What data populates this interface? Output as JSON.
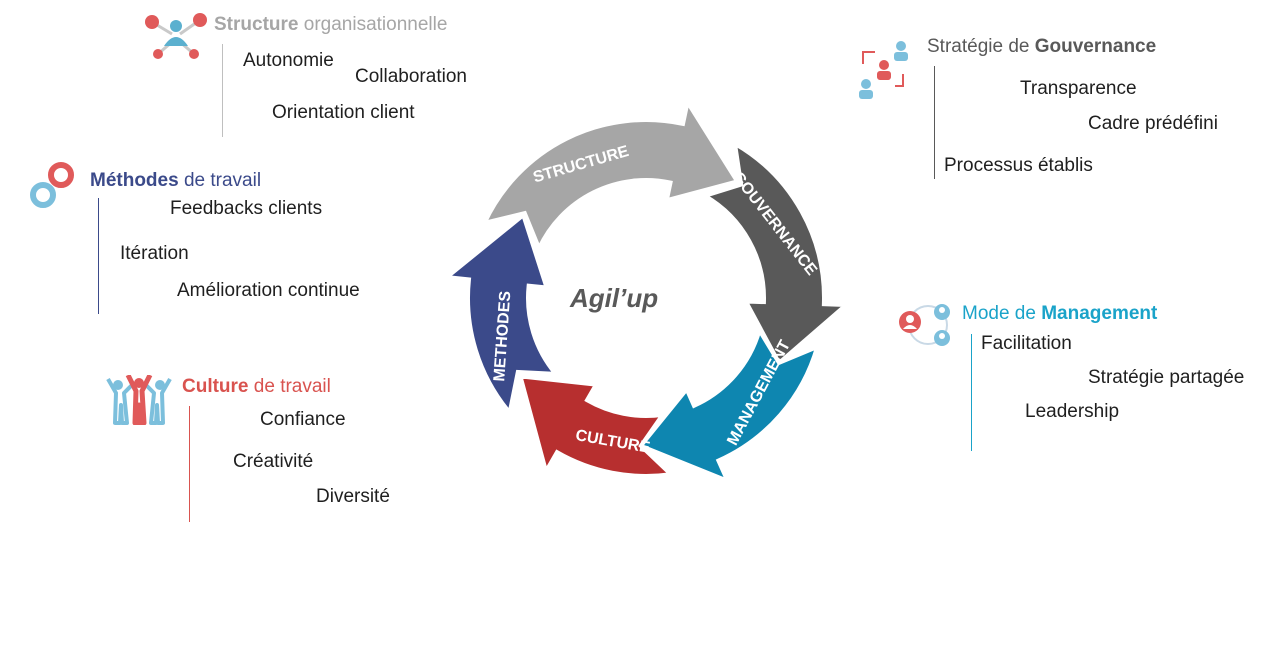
{
  "center": {
    "title": "Agil’up"
  },
  "arrows": [
    {
      "key": "structure",
      "label": "STRUCTURE",
      "color": "#a6a6a6"
    },
    {
      "key": "gouvernance",
      "label": "GOUVERNANCE",
      "color": "#595959"
    },
    {
      "key": "management",
      "label": "MANAGEMENT",
      "color": "#0e86b0"
    },
    {
      "key": "culture",
      "label": "CULTURE",
      "color": "#b72f2f"
    },
    {
      "key": "methodes",
      "label": "METHODES",
      "color": "#3b4a8a"
    }
  ],
  "sections": {
    "structure": {
      "title_plain_a": "",
      "title_bold": "Structure",
      "title_plain_b": " organisationnelle",
      "color": "#a6a6a6",
      "icon": "network-people-icon",
      "items": [
        "Autonomie",
        "Collaboration",
        "Orientation client"
      ]
    },
    "gouvernance": {
      "title_plain_a": "Stratégie de ",
      "title_bold": "Gouvernance",
      "title_plain_b": "",
      "color": "#595959",
      "icon": "governance-people-icon",
      "items": [
        "Transparence",
        "Cadre prédéfini",
        "Processus établis"
      ]
    },
    "methodes": {
      "title_plain_a": "",
      "title_bold": "Méthodes",
      "title_plain_b": " de travail",
      "color": "#3b4a8a",
      "icon": "infinity-loop-icon",
      "items": [
        "Feedbacks clients",
        "Itération",
        "Amélioration continue"
      ]
    },
    "management": {
      "title_plain_a": "Mode de ",
      "title_bold": "Management",
      "title_plain_b": "",
      "color": "#1aa3c9",
      "icon": "team-management-icon",
      "items": [
        "Facilitation",
        "Stratégie partagée",
        "Leadership"
      ]
    },
    "culture": {
      "title_plain_a": "",
      "title_bold": "Culture",
      "title_plain_b": " de travail",
      "color": "#d9534f",
      "icon": "cheering-people-icon",
      "items": [
        "Confiance",
        "Créativité",
        "Diversité"
      ]
    }
  }
}
